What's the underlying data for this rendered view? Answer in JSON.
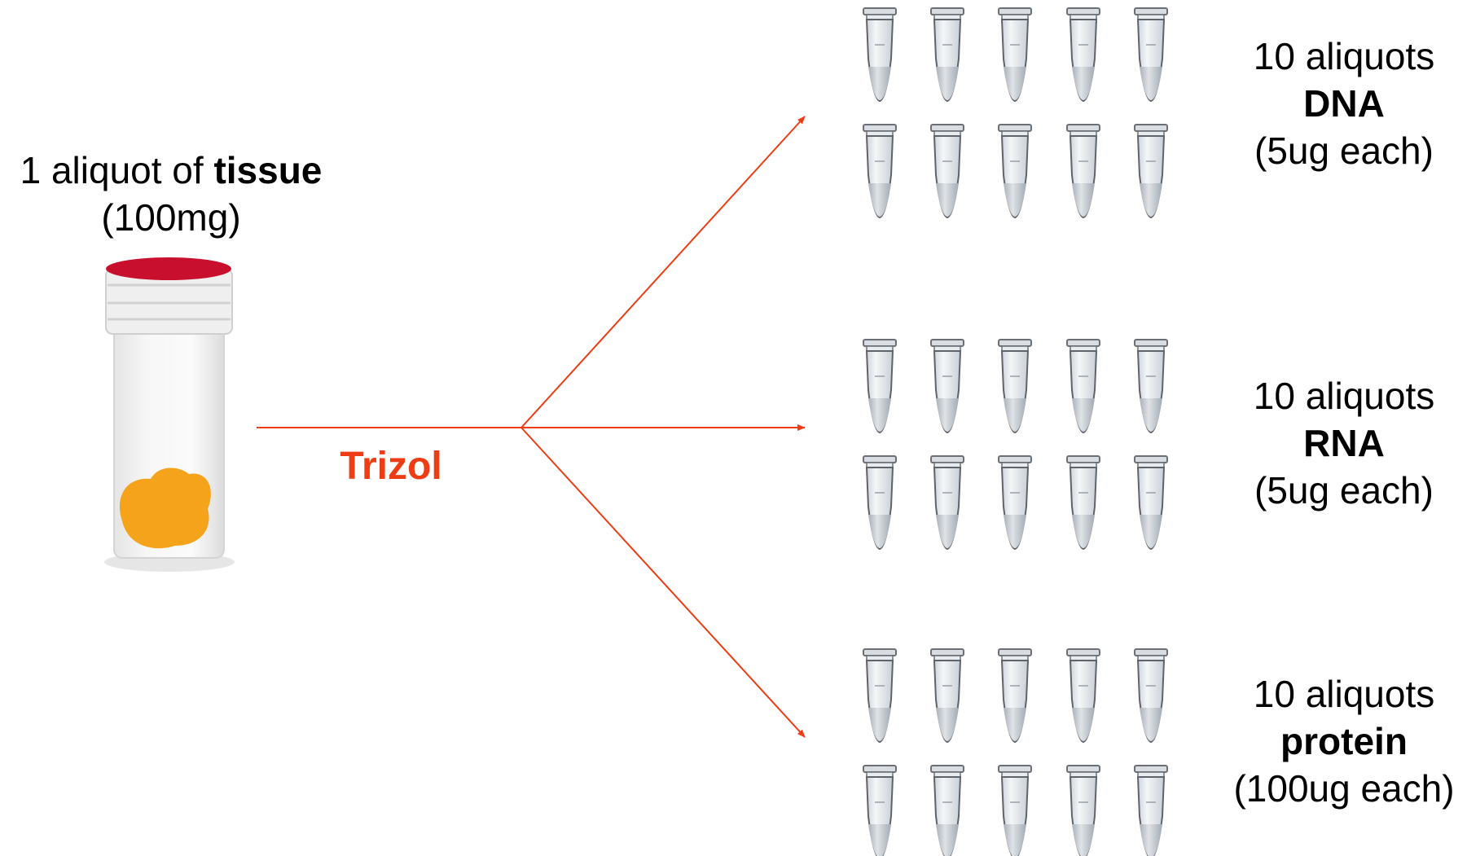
{
  "source": {
    "line1_prefix": "1 aliquot of ",
    "line1_bold": "tissue",
    "line2": "(100mg)",
    "cap_color": "#c8102e",
    "tissue_color": "#f5a31a"
  },
  "reagent": {
    "label": "Trizol",
    "color": "#ee3d14"
  },
  "groups": [
    {
      "count_label": "10 aliquots",
      "type": "DNA",
      "amount": "(5ug each)"
    },
    {
      "count_label": "10 aliquots",
      "type": "RNA",
      "amount": "(5ug each)"
    },
    {
      "count_label": "10 aliquots",
      "type": "protein",
      "amount": "(100ug each)"
    }
  ],
  "tubes_per_group": 10
}
